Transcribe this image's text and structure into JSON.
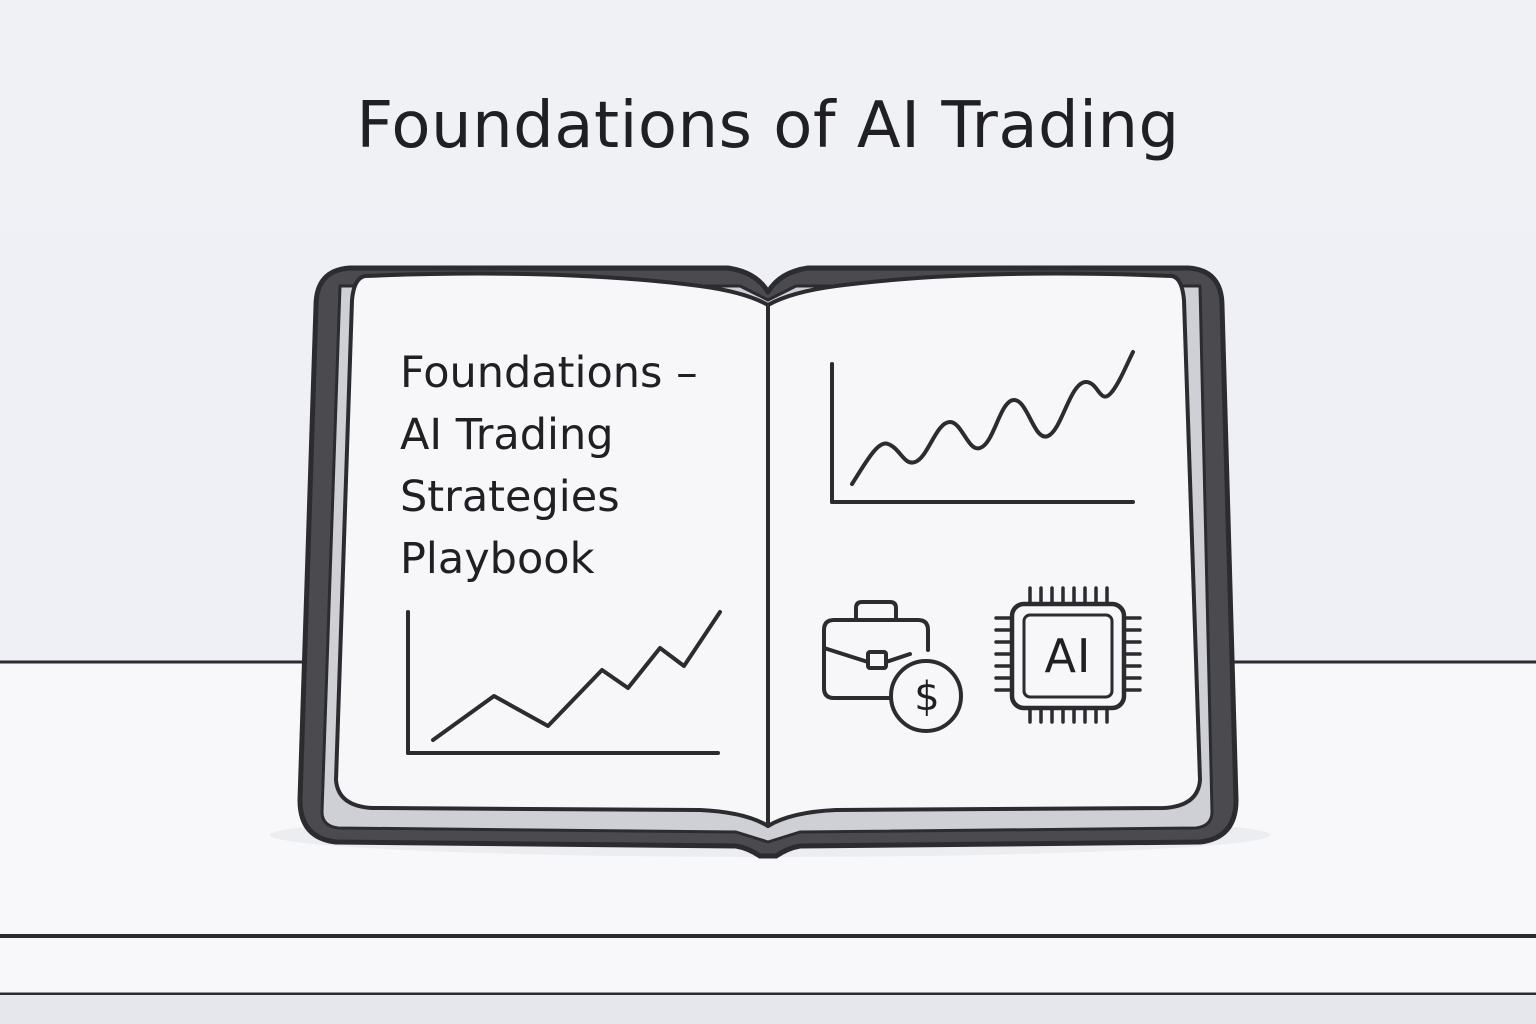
{
  "title": "Foundations of AI Trading",
  "book": {
    "left_page": {
      "heading_lines": [
        "Foundations –",
        "AI Trading",
        "Strategies",
        "Playbook"
      ],
      "chart_icon": "line-chart-icon"
    },
    "right_page": {
      "chart_icon": "line-chart-icon",
      "briefcase_icon": "briefcase-icon",
      "coin_icon": "dollar-coin-icon",
      "coin_symbol": "$",
      "chip_icon": "ai-chip-icon",
      "chip_label": "AI"
    }
  },
  "colors": {
    "ink": "#2b2b30",
    "page": "#f7f7f9",
    "background": "#eef0f6",
    "desk": "#f8f8fa"
  }
}
